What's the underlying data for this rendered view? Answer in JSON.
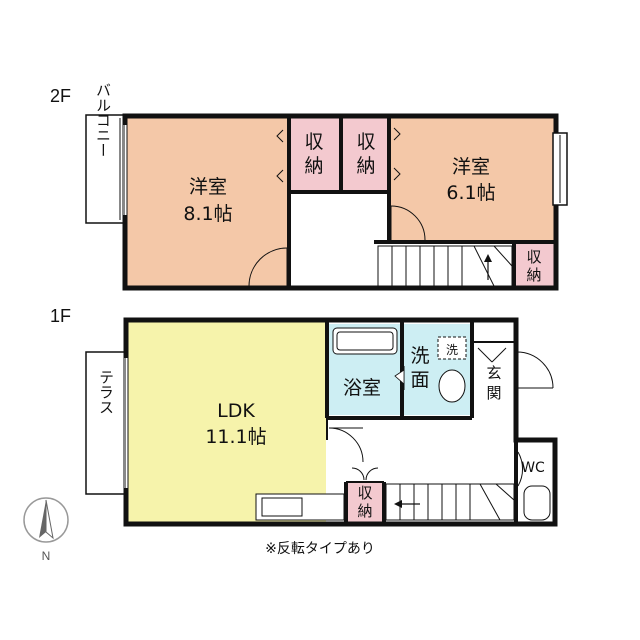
{
  "floors": {
    "upper": {
      "tag": "2F",
      "balcony": "バルコニー",
      "rooms": {
        "western_large": {
          "name": "洋室",
          "size": "8.1帖"
        },
        "western_small": {
          "name": "洋室",
          "size": "6.1帖"
        },
        "storage_1": "収納",
        "storage_2": "収納",
        "storage_3": "収納"
      }
    },
    "lower": {
      "tag": "1F",
      "terrace": "テラス",
      "rooms": {
        "ldk": {
          "name": "LDK",
          "size": "11.1帖"
        },
        "bath": "浴室",
        "washroom": "洗面",
        "washer_mark": "洗",
        "entrance": "玄関",
        "toilet": "WC",
        "storage": "収納"
      }
    }
  },
  "compass": {
    "north": "N"
  },
  "note": "※反転タイプあり",
  "colors": {
    "western_room": "#f4c8a8",
    "ldk": "#f6f3ab",
    "storage": "#f3c9cf",
    "wet_area": "#cdeef3",
    "wall": "#111111"
  }
}
